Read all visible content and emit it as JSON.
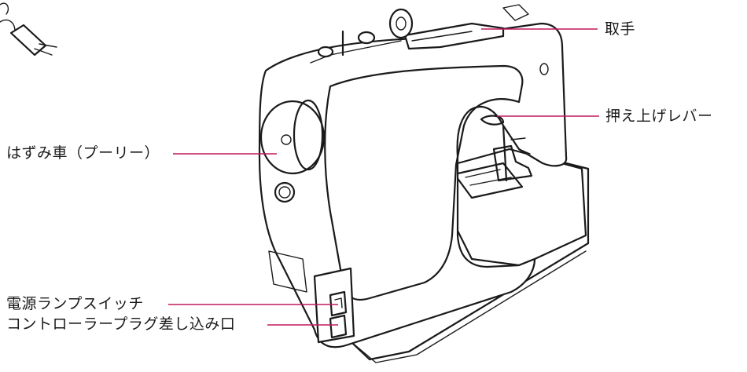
{
  "labels": {
    "handle": "取手",
    "presser_lever": "押え上げレバー",
    "handwheel": "はずみ車（プーリー）",
    "power_switch": "電源ランプスイッチ",
    "controller_jack": "コントローラープラグ差し込み口"
  },
  "colors": {
    "leader_line": "#c2185b",
    "drawing": "#1a1a1a"
  }
}
